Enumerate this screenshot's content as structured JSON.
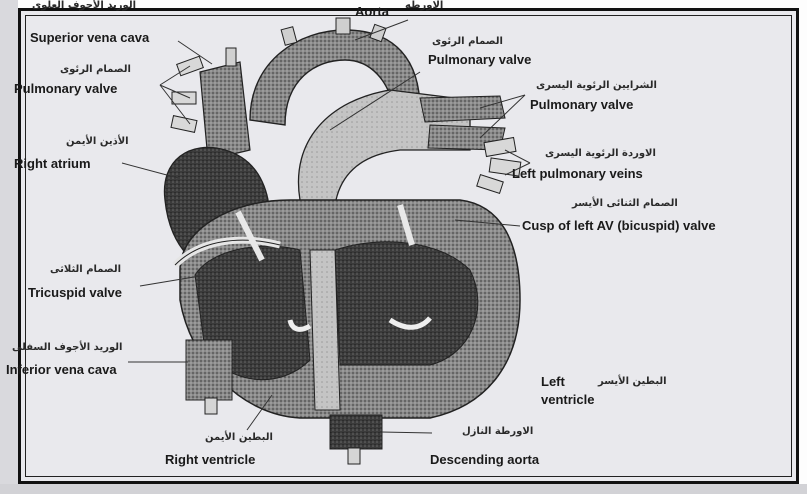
{
  "labels": {
    "aorta_ar": "الاورطه",
    "aorta_en": "Aorta",
    "superior_vena_cava_en": "Superior vena cava",
    "superior_vena_cava_ar": "الوريد الأجوف العلوى",
    "pulmonary_valve_left_ar": "الصمام الرئوى",
    "pulmonary_valve_left_en": "Pulmonary valve",
    "right_atrium_ar": "الأذين الأيمن",
    "right_atrium_en": "Right atrium",
    "tricuspid_valve_ar": "الصمام الثلاثى",
    "tricuspid_valve_en": "Tricuspid valve",
    "inferior_vena_cava_ar": "الوريد الأجوف السفلى",
    "inferior_vena_cava_en": "Inferior vena cava",
    "right_ventricle_ar": "البطين الأيمن",
    "right_ventricle_en": "Right ventricle",
    "pulmonary_valve_top_ar": "الصمام الرئوى",
    "pulmonary_valve_top_en": "Pulmonary valve",
    "left_pulmonary_arteries_ar": "الشرايين الرئوية اليسرى",
    "pulmonary_valve_right_en": "Pulmonary valve",
    "left_pulmonary_veins_ar": "الاوردة الرئوية اليسرى",
    "left_pulmonary_veins_en": "Left pulmonary veins",
    "bicuspid_valve_ar": "الصمام الثنائى الأيسر",
    "bicuspid_valve_en": "Cusp of left AV (bicuspid) valve",
    "left_ventricle_ar": "البطين الأيسر",
    "left_ventricle_en_line1": "Left",
    "left_ventricle_en_line2": "ventricle",
    "descending_aorta_ar": "الاورطة النازل",
    "descending_aorta_en": "Descending aorta"
  },
  "colors": {
    "background": "#e9e9ed",
    "ink": "#1a1a1a",
    "tissue_dark": "#3a3a3a",
    "tissue_mid": "#7d7d7d",
    "tissue_light": "#b9b9b9"
  },
  "icons": [
    "heart-illustration"
  ]
}
